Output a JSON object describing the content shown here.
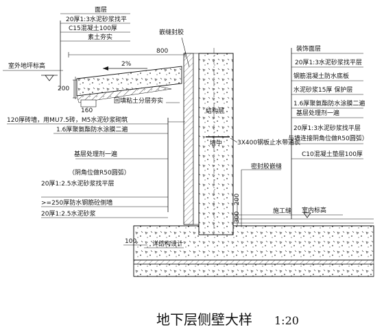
{
  "diagram": {
    "title": "地下层侧壁大样",
    "scale": "1:20",
    "left_layers": [
      "面层",
      "20厚1:3水泥砂浆找平",
      "C15混凝土100厚",
      "素土夯实"
    ],
    "outdoor_label": "室外地坪标高",
    "slope": "2%",
    "dims": {
      "d800": "800",
      "d200": "200",
      "d160": "160",
      "d100": "100",
      "d200b": "200",
      "d300": "300"
    },
    "backfill_label": "回填粘土分层夯实",
    "seal_label": "嵌缝封胶",
    "wall_left_layers": [
      "120厚砖墙，用MU7.5砖，M5水泥砂浆砌筑",
      "1.6厚聚氨酯防水涂膜二遍",
      "基层处理剂一遍",
      "（阴角位做R50圆弧）",
      "20厚1:2.5水泥砂浆找平层",
      ">=250厚防水钢筋砼侧墙",
      "20厚1:2.5水泥砂浆"
    ],
    "structure_label": "结构层",
    "waterstop_label": "3X400钢板止水带通长",
    "centerline_label": "墙中",
    "sealant_label": "密封胶嵌缝",
    "joint_label": "施工缝",
    "indoor_label": "室内标高",
    "bottom_label": "详结构设计",
    "right_layers": [
      "装饰面层",
      "20厚1:3水泥砂浆找平层",
      "钢筋混凝土防水底板",
      "水泥砂浆15厚  保护层",
      "1.6厚聚氨酯防水涂膜二遍",
      "基层处理剂一遍",
      "20厚1:3水泥砂浆找平层",
      "与墙连接阴角位做R50圆弧）",
      "C10混凝土垫层100厚"
    ]
  }
}
